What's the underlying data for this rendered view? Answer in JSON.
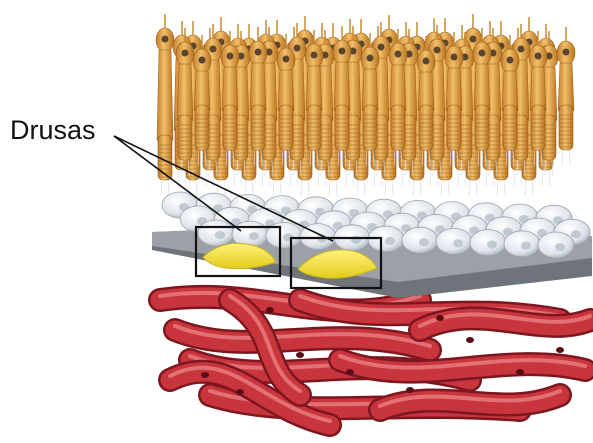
{
  "figure": {
    "label": "Drusas"
  },
  "colors": {
    "photoreceptor": "#e8a84a",
    "photoreceptor_dark": "#b9741f",
    "rpe_cell": "#e9edf2",
    "bruch_membrane": "#7e8288",
    "drusen": "#f2e33d",
    "choroid_vessel": "#c8353c",
    "choroid_vessel_dark": "#7e1620",
    "label": "#111111"
  },
  "icons": [
    "photoreceptor-cells-layer",
    "rpe-cells-layer",
    "bruch-membrane",
    "drusen-deposit",
    "choroid-vessels"
  ]
}
